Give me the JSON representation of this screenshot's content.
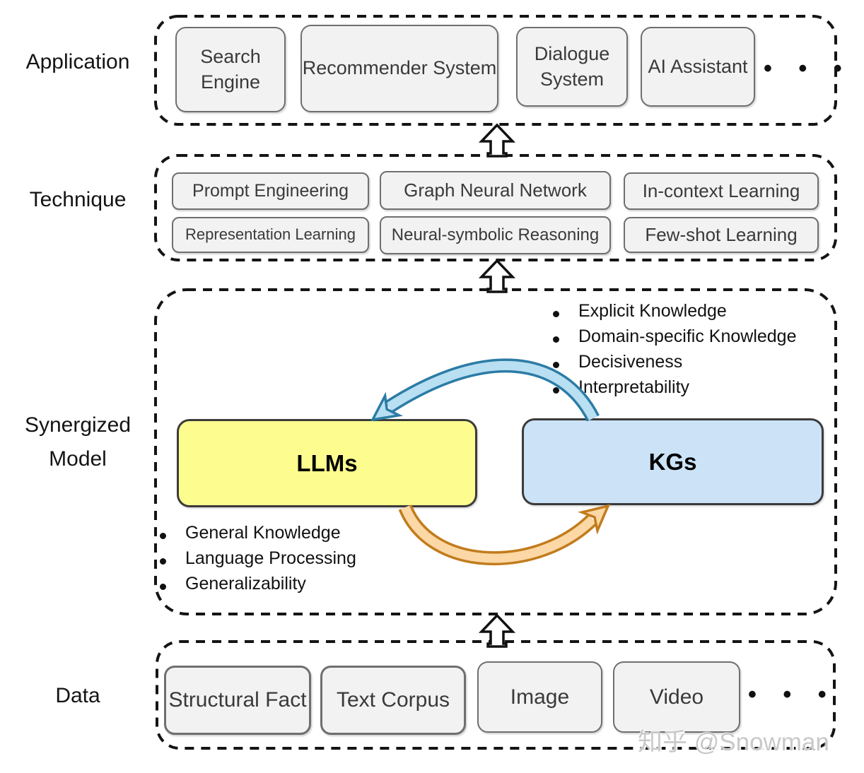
{
  "colors": {
    "llm_fill": "#FDFD8F",
    "kg_fill": "#CBE2F7",
    "blue_arrow_fill": "#B9DFF2",
    "blue_arrow_stroke": "#2B7CA6",
    "orange_arrow_fill": "#FBD8A5",
    "orange_arrow_stroke": "#C27C1D"
  },
  "labels": {
    "application": "Application",
    "technique": "Technique",
    "synergized": [
      "Synergized",
      "Model"
    ],
    "data": "Data"
  },
  "application": {
    "items": [
      "Search Engine",
      "Recommender System",
      "Dialogue System",
      "AI Assistant"
    ],
    "ellipsis": "• • •"
  },
  "technique": {
    "row1": [
      "Prompt Engineering",
      "Graph Neural Network",
      "In-context Learning"
    ],
    "row2": [
      "Representation Learning",
      "Neural-symbolic Reasoning",
      "Few-shot Learning"
    ]
  },
  "synergized": {
    "llm_label": "LLMs",
    "kg_label": "KGs",
    "kg_benefits": [
      "Explicit Knowledge",
      "Domain-specific Knowledge",
      "Decisiveness",
      "Interpretability"
    ],
    "llm_benefits": [
      "General Knowledge",
      "Language Processing",
      "Generalizability"
    ]
  },
  "data_layer": {
    "items": [
      "Structural Fact",
      "Text Corpus",
      "Image",
      "Video"
    ],
    "ellipsis": "• • •"
  },
  "watermark": "知乎 @Snowman"
}
